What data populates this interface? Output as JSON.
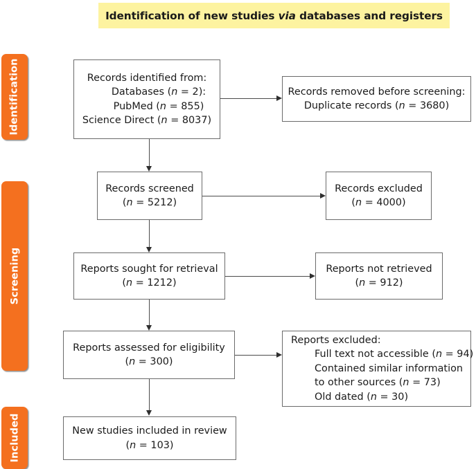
{
  "title": {
    "prefix": "Identification of new studies ",
    "italic": "via",
    "suffix": " databases and registers"
  },
  "stages": [
    {
      "id": "identification",
      "label": "Identification"
    },
    {
      "id": "screening",
      "label": "Screening"
    },
    {
      "id": "included",
      "label": "Included"
    }
  ],
  "colors": {
    "banner_background": "#fdf3a0",
    "stage_bar": "#f4701f",
    "stage_text": "#ffffff",
    "box_border": "#6a6a6a",
    "connector": "#4a4a4a",
    "text": "#1a1a1a"
  },
  "boxes": {
    "identified": {
      "name": "Records identified from",
      "lines": [
        {
          "text": "Records identified from:",
          "indent": false
        },
        {
          "pre": "Databases (",
          "ital": "n",
          "post": " = 2):",
          "indent": true
        },
        {
          "pre": "PubMed (",
          "ital": "n",
          "post": " = 855)",
          "indent": true
        },
        {
          "pre": "Science Direct (",
          "ital": "n",
          "post": " = 8037)",
          "indent": false
        }
      ]
    },
    "removed": {
      "name": "Records removed before screening",
      "lines": [
        {
          "text": "Records removed before screening:",
          "indent": false
        },
        {
          "pre": "Duplicate records (",
          "ital": "n",
          "post": " = 3680)",
          "indent": false
        }
      ]
    },
    "screened": {
      "name": "Records screened",
      "lines": [
        {
          "text": "Records screened",
          "indent": false
        },
        {
          "pre": "(",
          "ital": "n",
          "post": " = 5212)",
          "indent": false
        }
      ]
    },
    "records_excluded": {
      "name": "Records excluded",
      "lines": [
        {
          "text": "Records excluded",
          "indent": false
        },
        {
          "pre": "(",
          "ital": "n",
          "post": " = 4000)",
          "indent": false
        }
      ]
    },
    "sought": {
      "name": "Reports sought for retrieval",
      "lines": [
        {
          "text": "Reports sought for retrieval",
          "indent": false
        },
        {
          "pre": "(",
          "ital": "n",
          "post": " = 1212)",
          "indent": false
        }
      ]
    },
    "not_retrieved": {
      "name": "Reports not retrieved",
      "lines": [
        {
          "text": "Reports not retrieved",
          "indent": false
        },
        {
          "pre": "(",
          "ital": "n",
          "post": " = 912)",
          "indent": false
        }
      ]
    },
    "assessed": {
      "name": "Reports assessed for eligibility",
      "lines": [
        {
          "text": "Reports assessed for eligibility",
          "indent": false
        },
        {
          "pre": "(",
          "ital": "n",
          "post": " = 300)",
          "indent": false
        }
      ]
    },
    "reports_excluded": {
      "name": "Reports excluded",
      "lines": [
        {
          "text": "Reports excluded:",
          "indent": false
        },
        {
          "pre": "Full text not accessible (",
          "ital": "n",
          "post": " = 94)",
          "indent": true
        },
        {
          "pre": "Contained similar information to other sources (",
          "ital": "n",
          "post": " = 73)",
          "indent": true,
          "wrap": true
        },
        {
          "pre": "Old dated (",
          "ital": "n",
          "post": " = 30)",
          "indent": true
        }
      ]
    },
    "included": {
      "name": "New studies included in review",
      "lines": [
        {
          "text": "New studies included in review",
          "indent": false
        },
        {
          "pre": "(",
          "ital": "n",
          "post": " = 103)",
          "indent": false
        }
      ]
    }
  },
  "counts": {
    "databases": 2,
    "pubmed": 855,
    "science_direct": 8037,
    "duplicate_records_removed": 3680,
    "records_screened": 5212,
    "records_excluded": 4000,
    "reports_sought": 1212,
    "reports_not_retrieved": 912,
    "reports_assessed": 300,
    "full_text_not_accessible": 94,
    "contained_similar_information": 73,
    "old_dated": 30,
    "new_studies_included": 103
  }
}
